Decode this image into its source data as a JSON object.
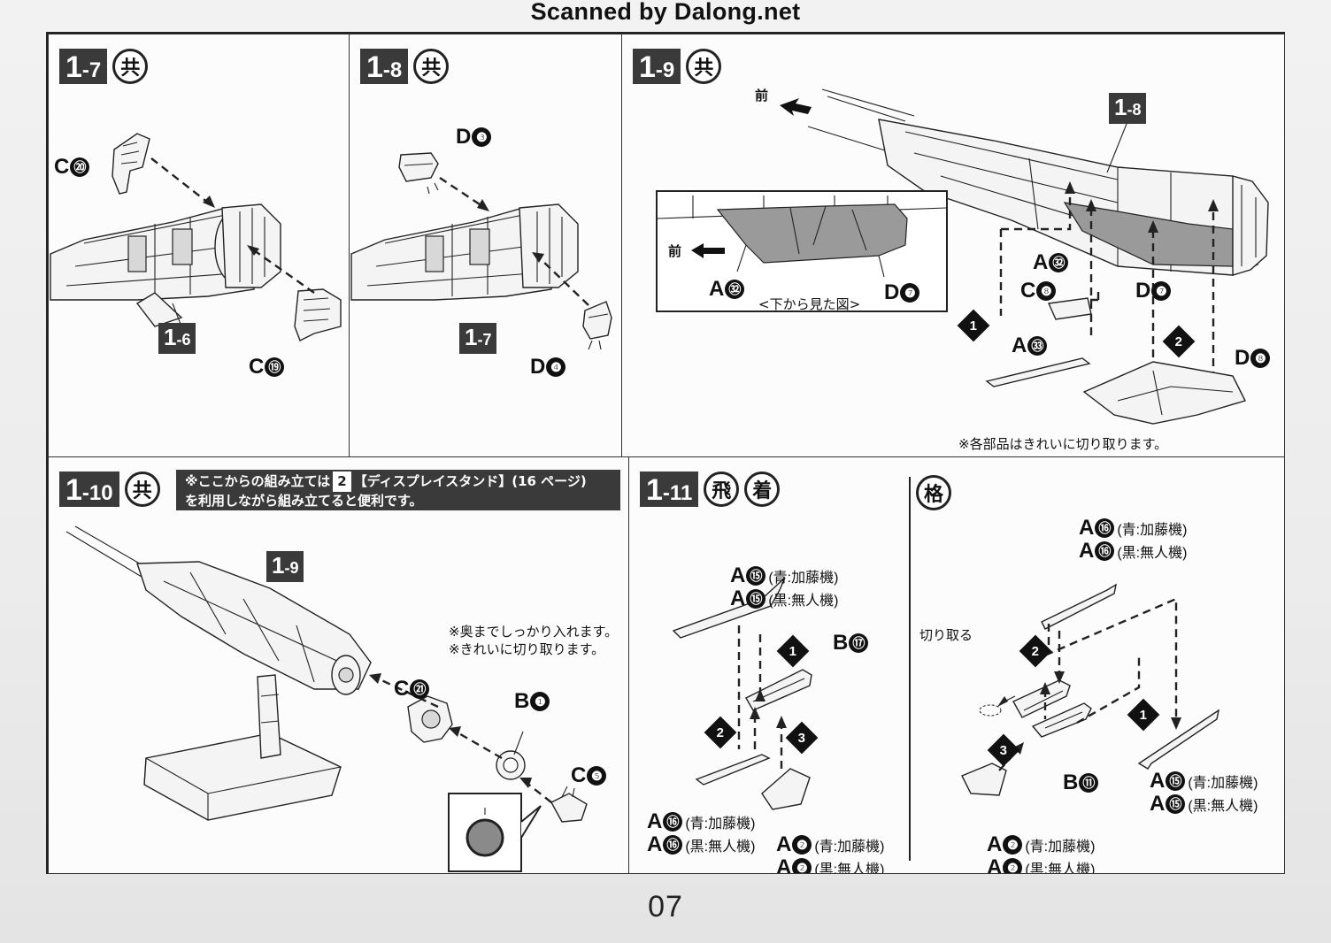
{
  "scan_credit": "Scanned by Dalong.net",
  "page_number": "07",
  "steps": {
    "s17": {
      "num_main": "1",
      "num_sub": "-7",
      "badges": [
        "共"
      ],
      "ref": {
        "main": "1",
        "sub": "-6"
      },
      "parts": [
        "C",
        "⑳",
        "C",
        "⑲"
      ]
    },
    "s18": {
      "num_main": "1",
      "num_sub": "-8",
      "badges": [
        "共"
      ],
      "ref": {
        "main": "1",
        "sub": "-7"
      },
      "parts": {
        "d3": "D",
        "d3n": "❸",
        "d4": "D",
        "d4n": "❹"
      }
    },
    "s19": {
      "num_main": "1",
      "num_sub": "-9",
      "badges": [
        "共"
      ],
      "ref": {
        "main": "1",
        "sub": "-8"
      },
      "front": "前",
      "inset_caption": "<下から見た図>",
      "parts": {
        "a32": "A",
        "a32n": "㉜",
        "d7": "D",
        "d7n": "❼",
        "c8": "C",
        "c8n": "❽",
        "a33": "A",
        "a33n": "㉝",
        "d8": "D",
        "d8n": "❽"
      },
      "seq": [
        "1",
        "2"
      ],
      "note": "※各部品はきれいに切り取ります。"
    },
    "s110": {
      "num_main": "1",
      "num_sub": "-10",
      "badges": [
        "共"
      ],
      "notice_pre": "※ここからの組み立ては",
      "notice_box": "2",
      "notice_post": "【ディスプレイスタンド】(16 ページ)",
      "notice_line2": "を利用しながら組み立てると便利です。",
      "ref": {
        "main": "1",
        "sub": "-9"
      },
      "note1": "※奥までしっかり入れます。",
      "note2": "※きれいに切り取ります。",
      "parts": {
        "c21": "C",
        "c21n": "㉑",
        "b1": "B",
        "b1n": "❶",
        "c5": "C",
        "c5n": "❺"
      }
    },
    "s111": {
      "num_main": "1",
      "num_sub": "-11",
      "badges": [
        "飛",
        "着"
      ],
      "badge_right": "格",
      "cut_label": "切り取る",
      "blue": "(青:加藤機)",
      "black": "(黒:無人機)",
      "parts": {
        "a15": "A",
        "a15n": "⑮",
        "a16": "A",
        "a16n": "⑯",
        "a2": "A",
        "a2n": "❷",
        "b17": "B",
        "b17n": "⑰",
        "b11": "B",
        "b11n": "⑪"
      },
      "seq": [
        "1",
        "2",
        "3"
      ]
    }
  }
}
